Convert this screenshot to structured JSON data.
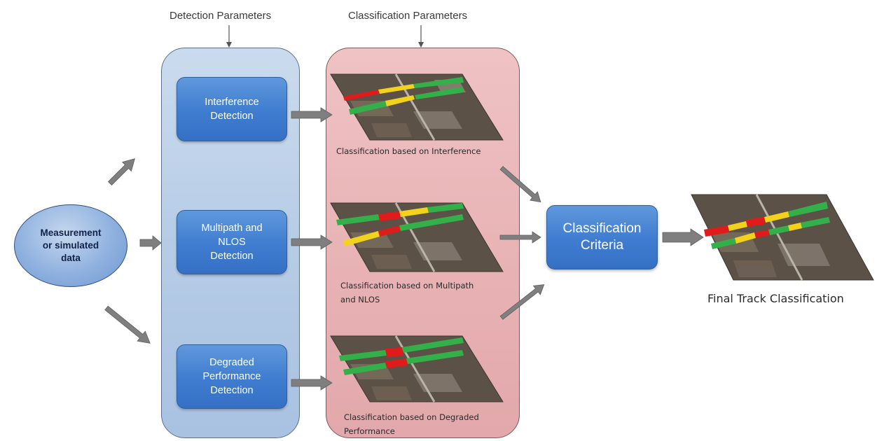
{
  "headers": {
    "detection": "Detection Parameters",
    "classification": "Classification Parameters"
  },
  "source": {
    "label": "Measurement\nor simulated\ndata"
  },
  "detection_steps": [
    {
      "label": "Interference\nDetection"
    },
    {
      "label": "Multipath  and\nNLOS\nDetection"
    },
    {
      "label": "Degraded\nPerformance\nDetection"
    }
  ],
  "classification_captions": [
    "Classification based on Interference",
    "Classification based on Multipath\nand NLOS",
    "Classification based on Degraded\nPerformance"
  ],
  "criteria": {
    "label": "Classification\nCriteria"
  },
  "final": {
    "caption": "Final Track Classification"
  },
  "colors": {
    "good": "#33b04a",
    "warning": "#f2d21a",
    "bad": "#e01b1b",
    "arrow": "#7f7f7f"
  }
}
